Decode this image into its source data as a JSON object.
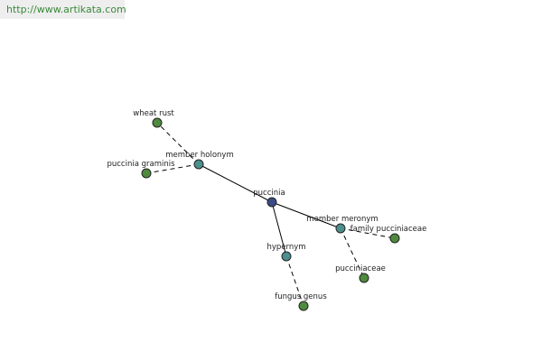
{
  "header": {
    "url": "http://www.artikata.com"
  },
  "colors": {
    "center_node": "#3b4b87",
    "relation_node": "#4d8f8c",
    "leaf_node": "#4f8a3f"
  },
  "graph": {
    "nodes": [
      {
        "id": "puccinia",
        "label": "puccinia",
        "kind": "center"
      },
      {
        "id": "member-holonym",
        "label": "member holonym",
        "kind": "relation"
      },
      {
        "id": "member-meronym",
        "label": "member meronym",
        "kind": "relation"
      },
      {
        "id": "hypernym",
        "label": "hypernym",
        "kind": "relation"
      },
      {
        "id": "wheat-rust",
        "label": "wheat rust",
        "kind": "leaf"
      },
      {
        "id": "puccinia-graminis",
        "label": "puccinia graminis",
        "kind": "leaf"
      },
      {
        "id": "family-pucciniaceae",
        "label": "family pucciniaceae",
        "kind": "leaf"
      },
      {
        "id": "pucciniaceae",
        "label": "pucciniaceae",
        "kind": "leaf"
      },
      {
        "id": "fungus-genus",
        "label": "fungus genus",
        "kind": "leaf"
      }
    ],
    "edges": [
      {
        "from": "puccinia",
        "to": "member-holonym",
        "style": "solid"
      },
      {
        "from": "puccinia",
        "to": "member-meronym",
        "style": "solid"
      },
      {
        "from": "puccinia",
        "to": "hypernym",
        "style": "solid"
      },
      {
        "from": "member-holonym",
        "to": "wheat-rust",
        "style": "dashed"
      },
      {
        "from": "member-holonym",
        "to": "puccinia-graminis",
        "style": "dashed"
      },
      {
        "from": "member-meronym",
        "to": "family-pucciniaceae",
        "style": "dashed"
      },
      {
        "from": "member-meronym",
        "to": "pucciniaceae",
        "style": "dashed"
      },
      {
        "from": "hypernym",
        "to": "fungus-genus",
        "style": "dashed"
      }
    ]
  }
}
